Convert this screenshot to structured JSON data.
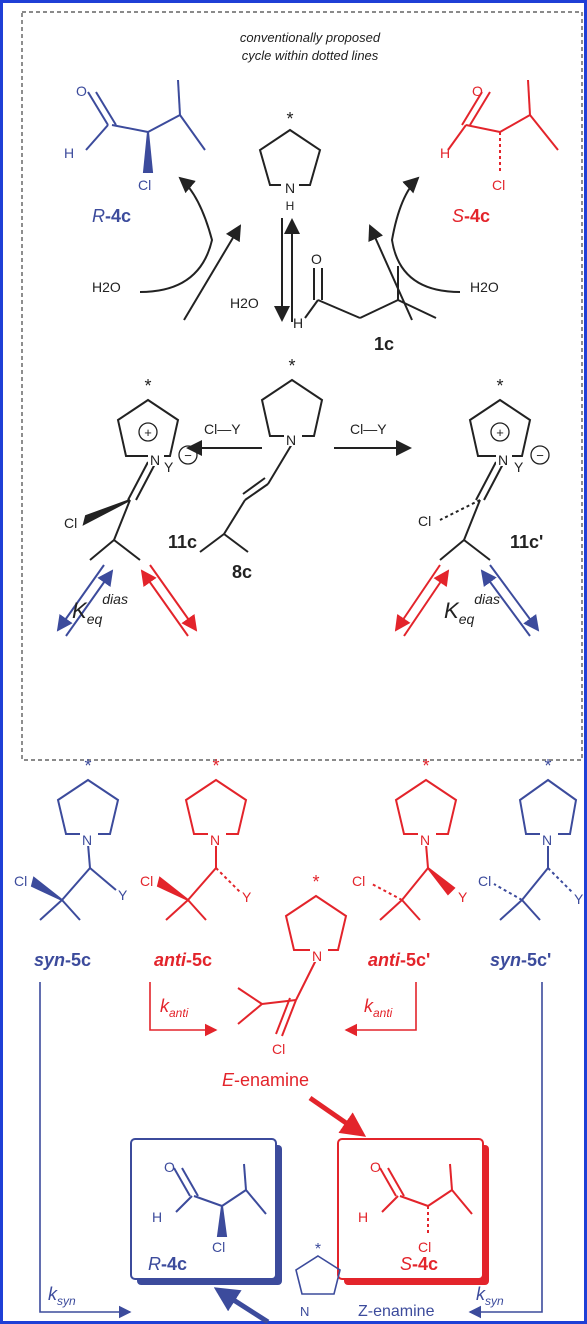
{
  "note": {
    "line1": "conventionally proposed",
    "line2": "cycle within dotted lines"
  },
  "compounds": {
    "R4c_top": {
      "prefix": "R",
      "name": "-4c"
    },
    "S4c_top": {
      "prefix": "S",
      "name": "-4c"
    },
    "c1": "1c",
    "c8": "8c",
    "c11": "11c",
    "c11p": "11c'",
    "syn5c": {
      "prefix": "syn",
      "name": "-5c"
    },
    "anti5c": {
      "prefix": "anti",
      "name": "-5c"
    },
    "anti5cp": {
      "prefix": "anti",
      "name": "-5c'"
    },
    "syn5cp": {
      "prefix": "syn",
      "name": "-5c'"
    },
    "R4c_box": {
      "prefix": "R",
      "name": "-4c"
    },
    "S4c_box": {
      "prefix": "S",
      "name": "-4c"
    }
  },
  "enamines": {
    "E": {
      "prefix": "E",
      "name": "-enamine"
    },
    "Z": "Z-enamine"
  },
  "reagents": {
    "water": "H2O",
    "cly": "Cl—Y",
    "y_anion": "Y",
    "cl": "Cl",
    "y": "Y",
    "n": "N",
    "nh_h": "H",
    "o": "O",
    "h": "H",
    "star": "*",
    "plus": "+",
    "minus": "−"
  },
  "rates": {
    "keq": {
      "K": "K",
      "sub": "eq",
      "sup": "dias"
    },
    "kanti": {
      "k": "k",
      "sub": "anti"
    },
    "ksyn": {
      "k": "k",
      "sub": "syn"
    }
  },
  "colors": {
    "frame": "#1f3fd6",
    "blue": "#3c4b9c",
    "red": "#e3242b",
    "black": "#222222"
  }
}
